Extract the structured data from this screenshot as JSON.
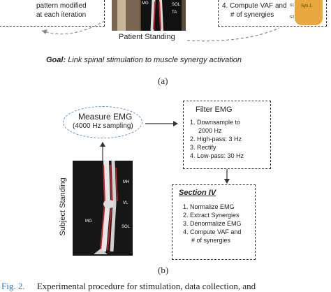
{
  "top": {
    "pattern_text_line1": "pattern modified",
    "pattern_text_line2": "at each iteration",
    "patient_label": "Patient Standing",
    "steps_line1": "4. Compute VAF and",
    "steps_line2": "# of synergies",
    "goal_label": "Goal:",
    "goal_text": "Link spinal stimulation to muscle synergy activation",
    "caption": "(a)",
    "muscles": [
      "MG",
      "SOL",
      "TA"
    ],
    "s1": "S1",
    "s2": "S2",
    "photo_text": "Syn 1"
  },
  "bottom": {
    "measure_line1": "Measure EMG",
    "measure_line2": "(4000 Hz sampling)",
    "filter_title": "Filter EMG",
    "filter_steps": [
      "1.  Downsample to",
      "2000 Hz",
      "2.  High-pass: 3 Hz",
      "3.  Rectify",
      "4.  Low-pass: 30 Hz"
    ],
    "section_title": "Section IV",
    "section_steps": [
      "1. Normalize EMG",
      "2. Extract Synergies",
      "3. Denormalize EMG",
      "4. Compute VAF and",
      "# of synergies"
    ],
    "subject_label": "Subject Standing",
    "muscles": [
      "MH",
      "VL",
      "MG",
      "SOL"
    ],
    "caption": "(b)"
  },
  "figure_caption": {
    "label": "Fig. 2.",
    "text": "Experimental procedure for stimulation, data collection, and"
  },
  "colors": {
    "fig_label": "#2b7cc4",
    "ellipse_border": "#5b8fc9",
    "muscle_red": "#c0262a"
  }
}
